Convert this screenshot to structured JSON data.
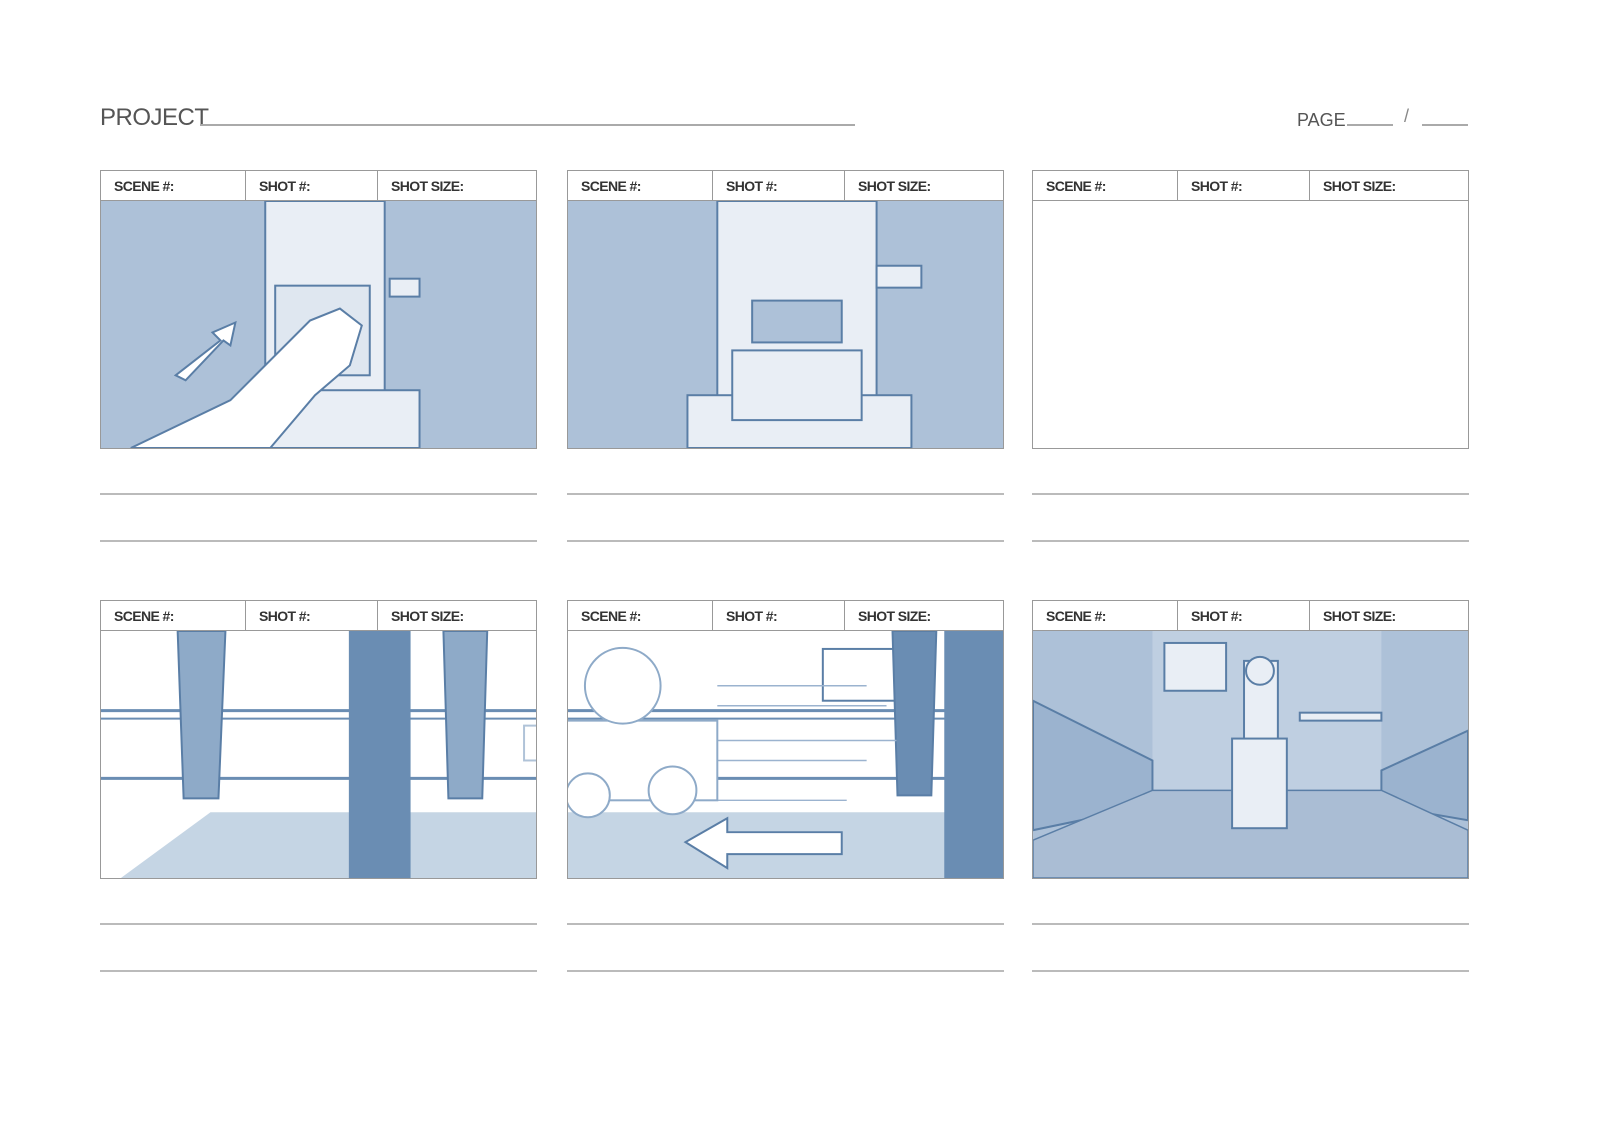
{
  "header": {
    "project_label": "PROJECT",
    "page_label": "PAGE",
    "page_separator": "/"
  },
  "panels": [
    {
      "scene_label": "SCENE #:",
      "shot_label": "SHOT #:",
      "size_label": "SHOT SIZE:",
      "sketch": "hand-pressing-toy-machine"
    },
    {
      "scene_label": "SCENE #:",
      "shot_label": "SHOT #:",
      "size_label": "SHOT SIZE:",
      "sketch": "toy-machine-front"
    },
    {
      "scene_label": "SCENE #:",
      "shot_label": "SHOT #:",
      "size_label": "SHOT SIZE:",
      "sketch": "empty"
    },
    {
      "scene_label": "SCENE #:",
      "shot_label": "SHOT #:",
      "size_label": "SHOT SIZE:",
      "sketch": "table-legs-floor"
    },
    {
      "scene_label": "SCENE #:",
      "shot_label": "SHOT #:",
      "size_label": "SHOT SIZE:",
      "sketch": "toy-truck-moving-left"
    },
    {
      "scene_label": "SCENE #:",
      "shot_label": "SHOT #:",
      "size_label": "SHOT SIZE:",
      "sketch": "toy-robot-in-room"
    }
  ],
  "colors": {
    "sketch_bg": "#adc1d8",
    "sketch_line": "#5a7ea6",
    "dark_blue": "#6a8db3",
    "light_floor": "#c5d5e4"
  }
}
